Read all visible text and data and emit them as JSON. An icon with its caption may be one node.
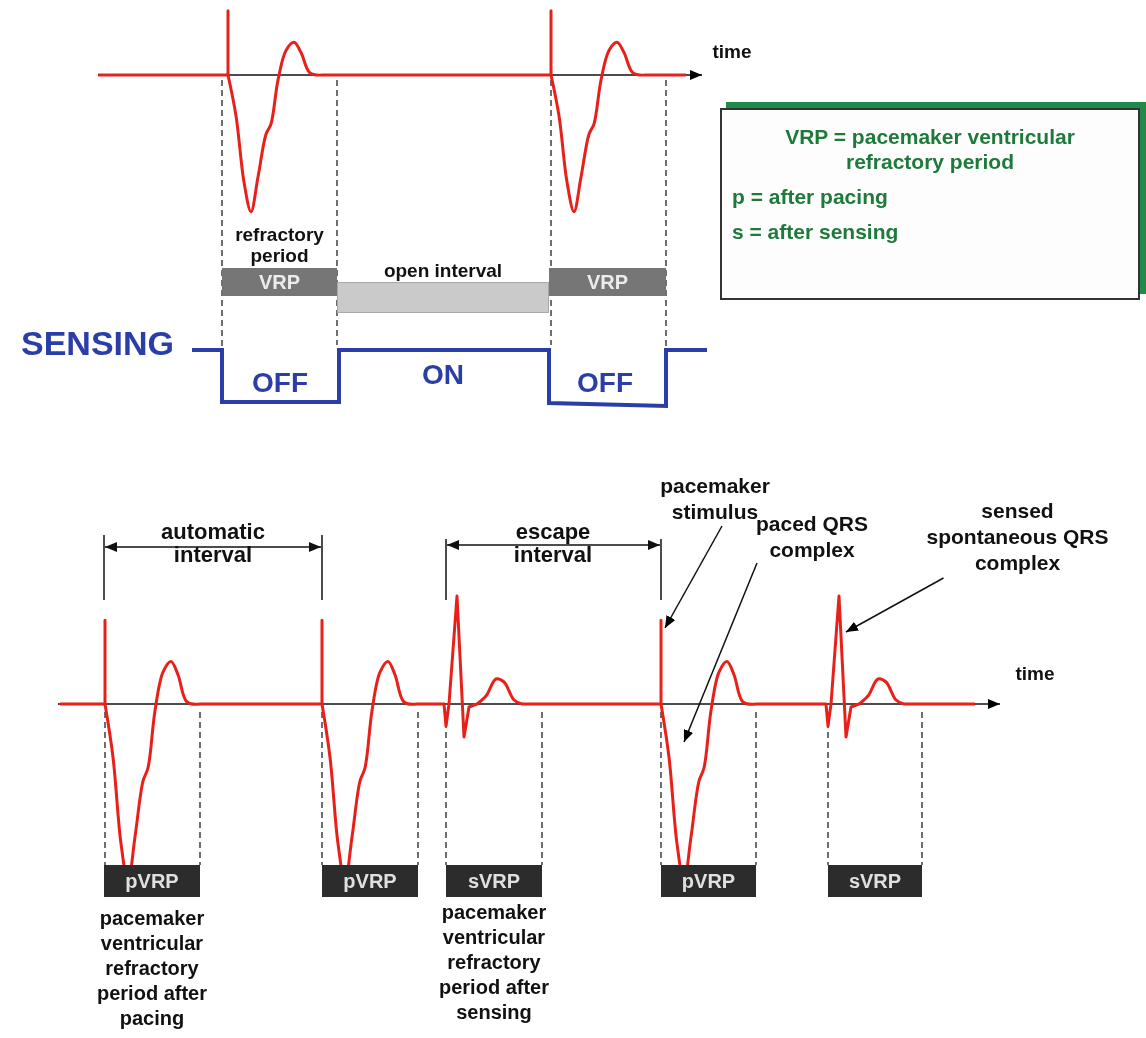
{
  "diagram": {
    "nodes": [
      {
        "text": [
          "refractory period",
          "VRP"
        ]
      },
      {
        "text": [
          "open interval"
        ]
      },
      {
        "text": [
          "VRP"
        ]
      },
      {
        "text": [
          "VRP = pacemaker ventricular refractory period",
          "p = after pacing",
          "s = after sensing"
        ]
      },
      {
        "text": [
          "pVRP"
        ],
        "beside": [
          "pacemaker ventricular refractory period after pacing"
        ]
      },
      {
        "text": [
          "pVRP"
        ]
      },
      {
        "text": [
          "sVRP"
        ],
        "beside": [
          "pacemaker ventricular refractory period after sensing"
        ]
      },
      {
        "text": [
          "pVRP"
        ]
      },
      {
        "text": [
          "sVRP"
        ]
      },
      {
        "text": [
          "pacemaker stimulus"
        ]
      },
      {
        "text": [
          "paced QRS complex"
        ]
      },
      {
        "text": [
          "sensed spontaneous QRS complex"
        ]
      }
    ],
    "edges": [
      {
        "from": 9,
        "to": null,
        "arrow": "to"
      },
      {
        "from": 10,
        "to": null,
        "arrow": "to"
      },
      {
        "from": 11,
        "to": null,
        "arrow": "to"
      }
    ],
    "labels": [
      "time",
      "SENSING",
      "OFF",
      "ON",
      "OFF",
      "automatic interval",
      "escape interval",
      "time"
    ]
  }
}
